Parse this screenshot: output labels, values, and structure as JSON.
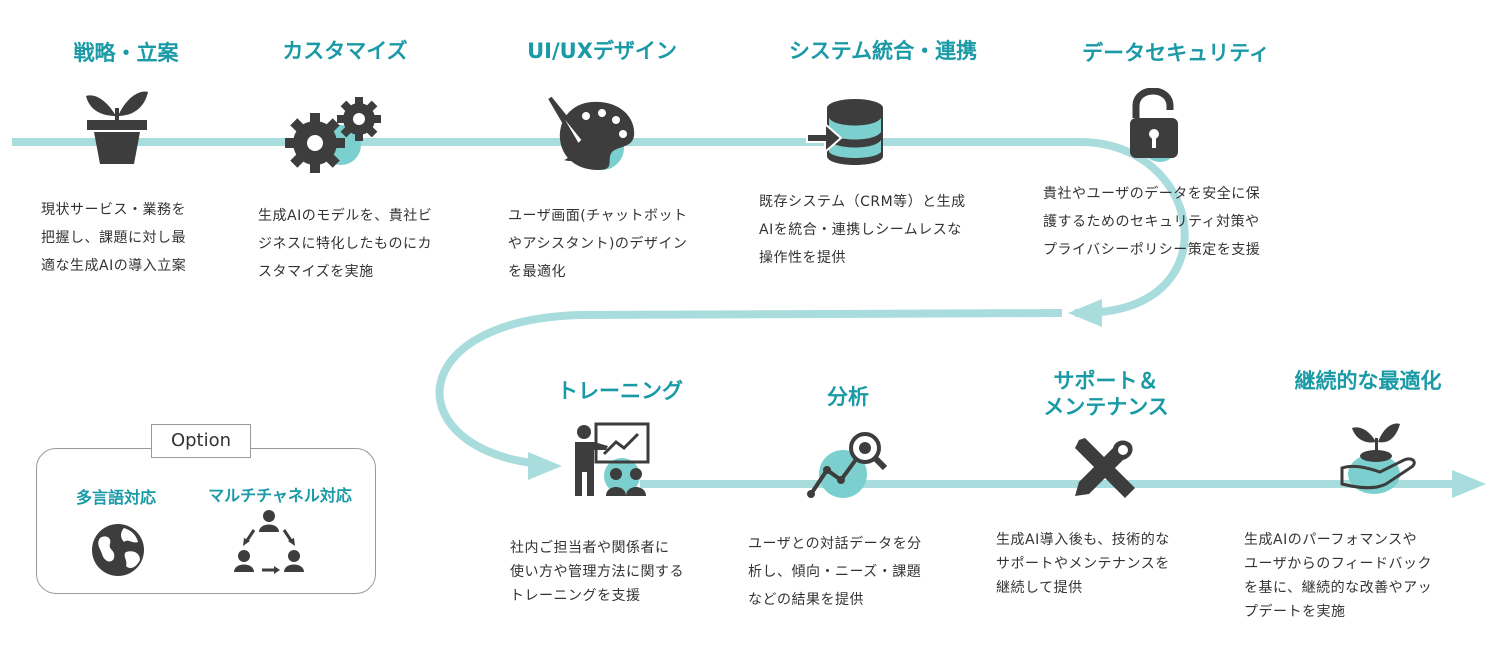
{
  "colors": {
    "accent": "#1a9aa6",
    "line": "#a9dcdc",
    "icon": "#3d3d3d",
    "circle": "#7ccfcf"
  },
  "steps": [
    {
      "title": "戦略・立案",
      "icon": "plant-pot-icon",
      "desc": "現状サービス・業務を\n把握し、課題に対し最\n適な生成AIの導入立案"
    },
    {
      "title": "カスタマイズ",
      "icon": "gears-icon",
      "desc": "生成AIのモデルを、貴社ビ\nジネスに特化したものにカ\nスタマイズを実施"
    },
    {
      "title": "UI/UXデザイン",
      "icon": "palette-icon",
      "desc": "ユーザ画面(チャットボット\nやアシスタント)のデザイン\nを最適化"
    },
    {
      "title": "システム統合・連携",
      "icon": "database-icon",
      "desc": "既存システム（CRM等）と生成\nAIを統合・連携しシームレスな\n操作性を提供"
    },
    {
      "title": "データセキュリティ",
      "icon": "padlock-icon",
      "desc": "貴社やユーザのデータを安全に保\n護するためのセキュリティ対策や\nプライバシーポリシー策定を支援"
    },
    {
      "title": "トレーニング",
      "icon": "presentation-icon",
      "desc": "社内ご担当者や関係者に\n使い方や管理方法に関する\nトレーニングを支援"
    },
    {
      "title": "分析",
      "icon": "analysis-chart-icon",
      "desc": "ユーザとの対話データを分\n析し、傾向・ニーズ・課題\nなどの結果を提供"
    },
    {
      "title_line1": "サポート＆",
      "title_line2": "メンテナンス",
      "icon": "tools-icon",
      "desc": "生成AI導入後も、技術的な\nサポートやメンテナンスを\n継続して提供"
    },
    {
      "title": "継続的な最適化",
      "icon": "hand-sprout-icon",
      "desc": "生成AIのパーフォマンスや\nユーザからのフィードバック\nを基に、継続的な改善やアッ\nプデートを実施"
    }
  ],
  "option": {
    "label": "Option",
    "items": [
      {
        "title": "多言語対応",
        "icon": "globe-icon"
      },
      {
        "title": "マルチチャネル対応",
        "icon": "multichannel-icon"
      }
    ]
  }
}
